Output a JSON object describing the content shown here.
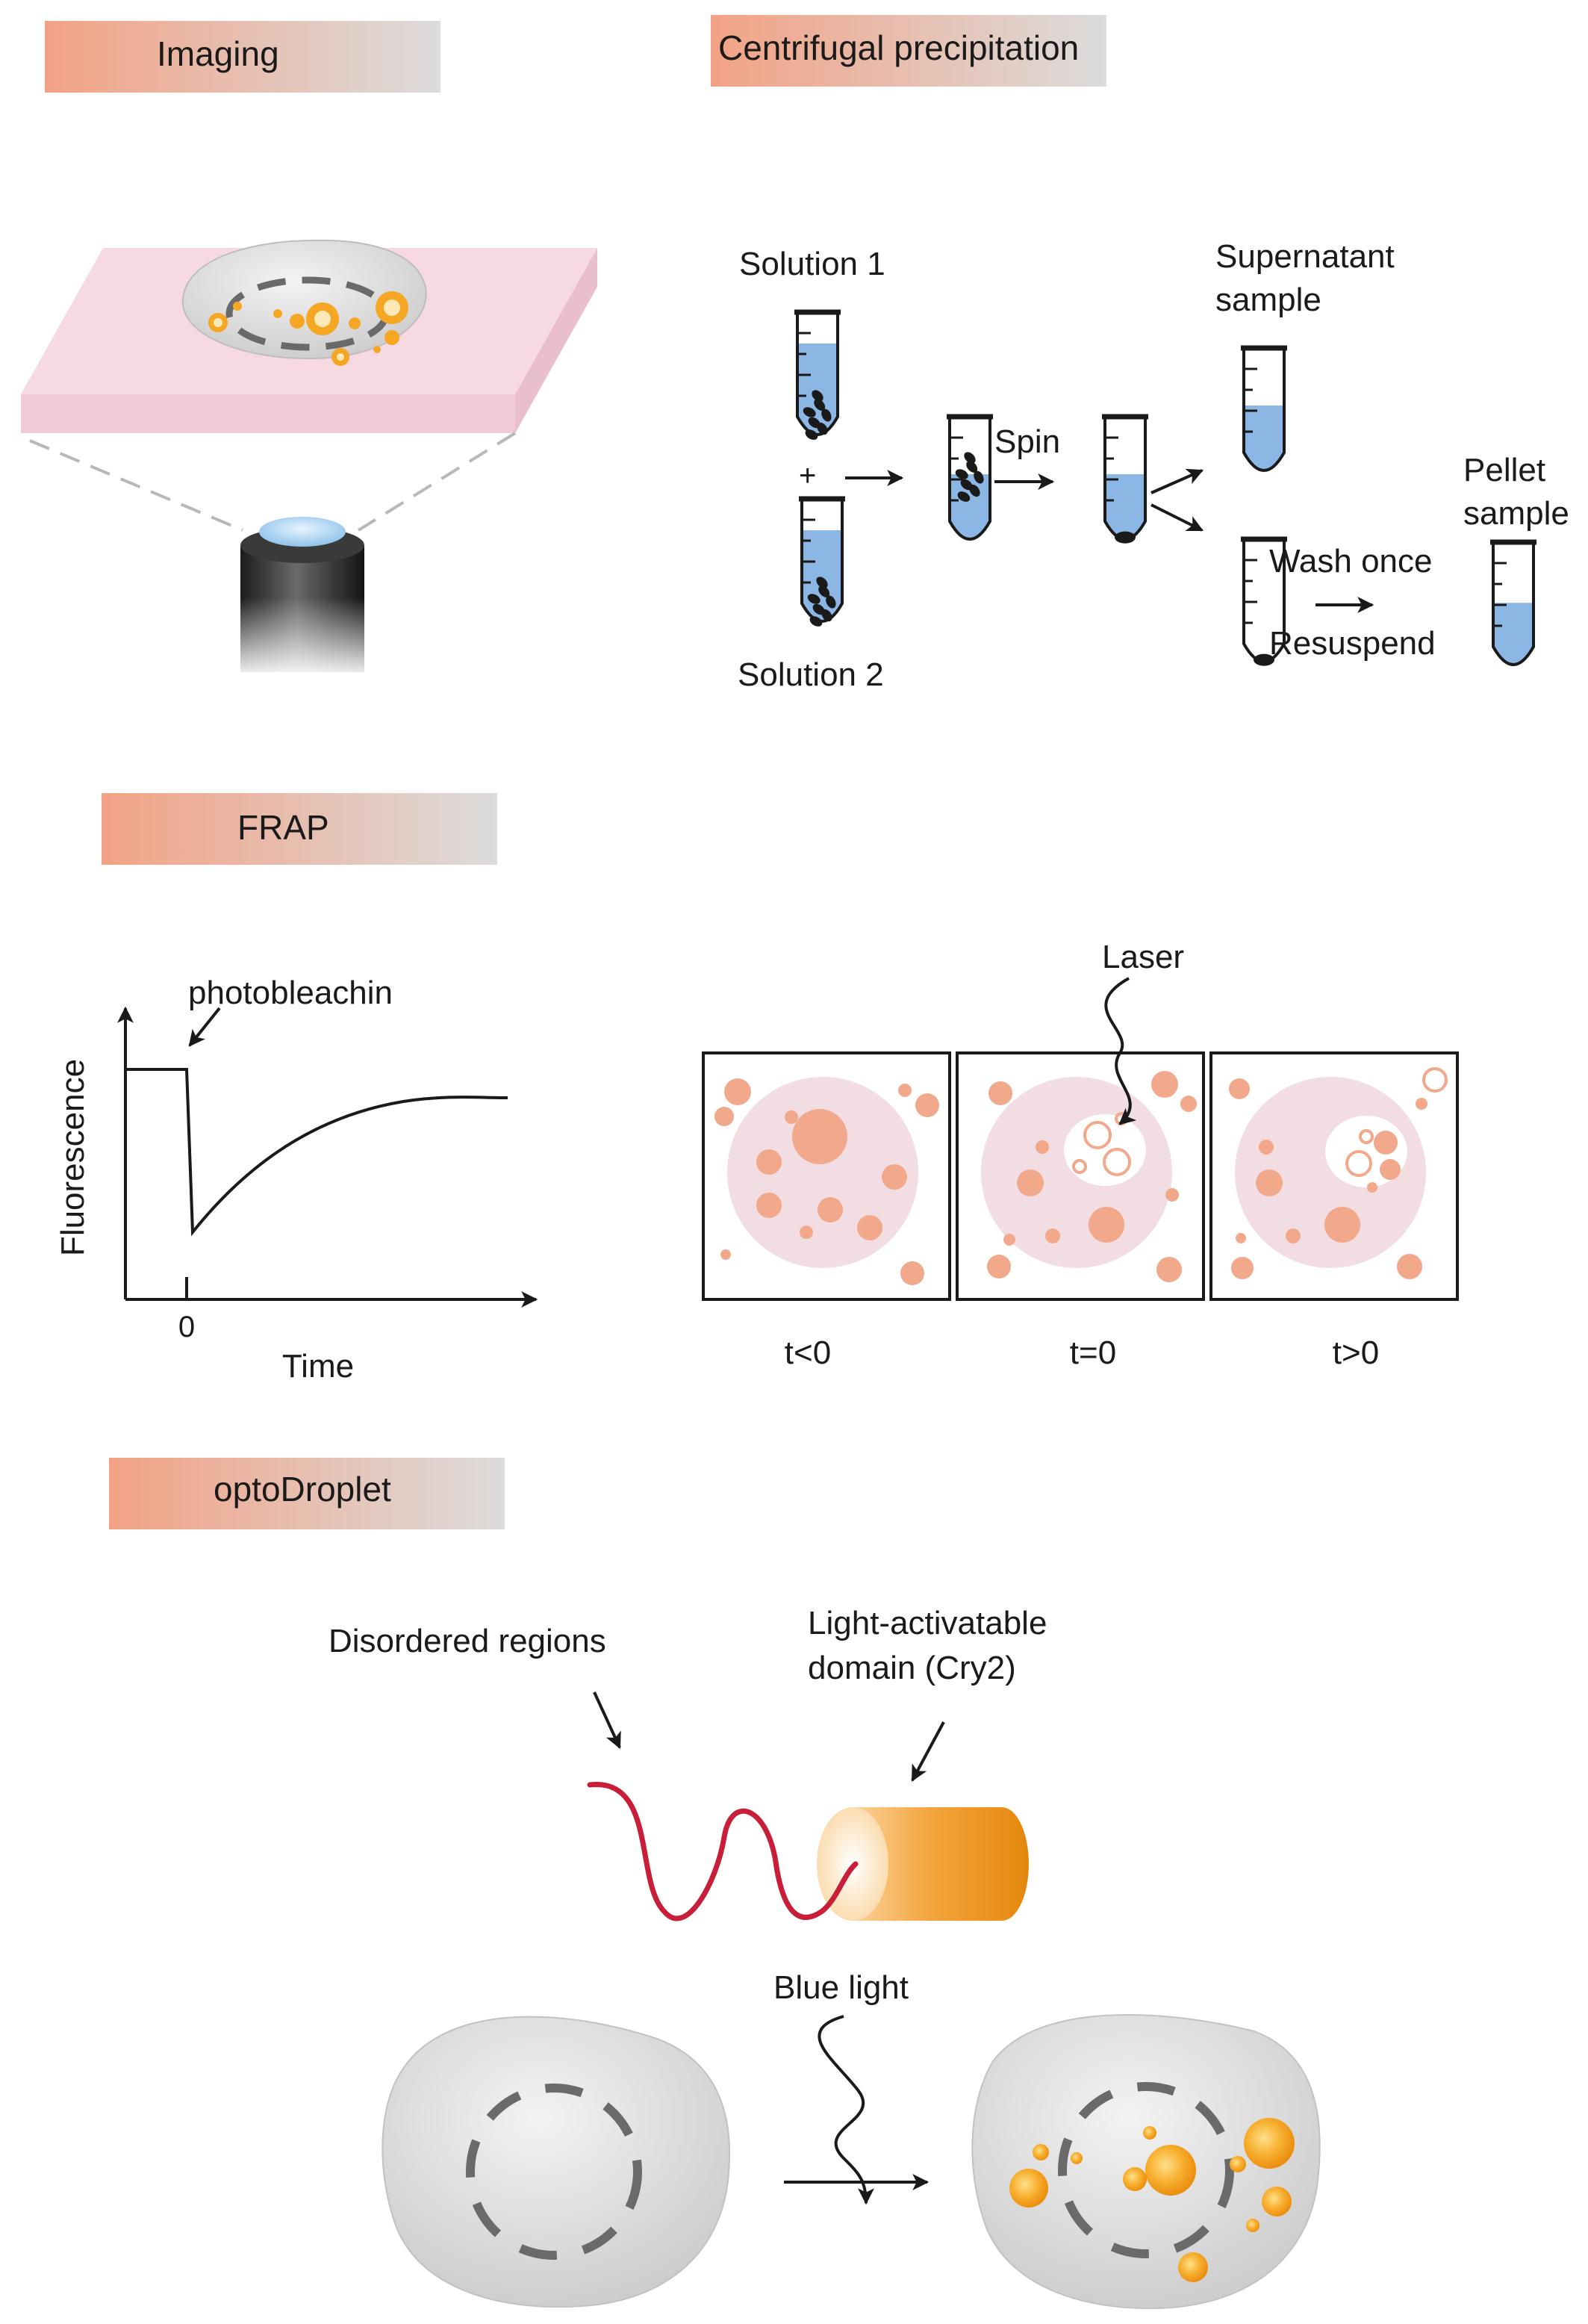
{
  "sections": {
    "imaging": {
      "label": "Imaging"
    },
    "centrifugal": {
      "label": "Centrifugal precipitation"
    },
    "frap": {
      "label": "FRAP"
    },
    "optodroplet": {
      "label": "optoDroplet"
    }
  },
  "centrifugal": {
    "solution1": "Solution 1",
    "solution2": "Solution 2",
    "plus": "+",
    "spin": "Spin",
    "supernatant_line1": "Supernatant",
    "supernatant_line2": "sample",
    "pellet_line1": "Pellet",
    "pellet_line2": "sample",
    "wash": "Wash once",
    "resuspend": "Resuspend"
  },
  "frap": {
    "y_label": "Fluorescence",
    "x_label": "Time",
    "x_tick": "0",
    "annotation": "photobleachin",
    "laser": "Laser",
    "panels": [
      "t<0",
      "t=0",
      "t>0"
    ]
  },
  "optodroplet": {
    "disordered": "Disordered regions",
    "cry2_line1": "Light-activatable",
    "cry2_line2": "domain (Cry2)",
    "blue_light": "Blue light"
  },
  "colors": {
    "section_start": "#f2a285",
    "section_end": "#dcdcdc",
    "droplet_orange": "#f5a623",
    "droplet_salmon": "#f2a88a",
    "nucleus_pink": "#f1dde2",
    "liquid_blue": "#8cb6e4",
    "slide_pink": "#f5d6df",
    "disordered_red": "#c81e3a"
  }
}
